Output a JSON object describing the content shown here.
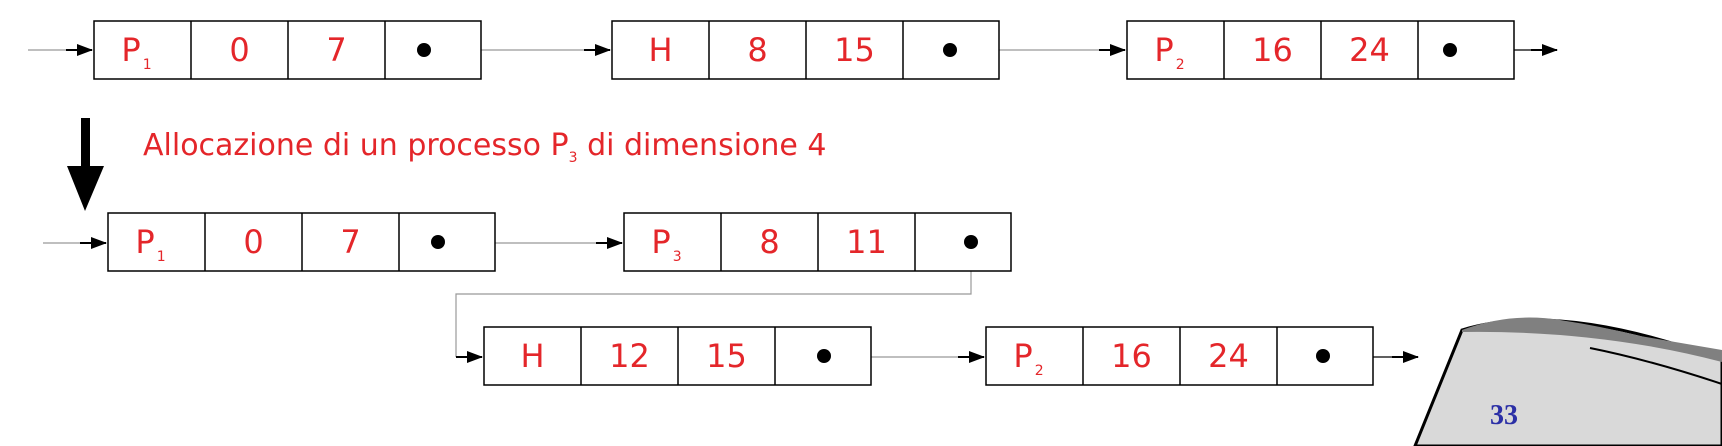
{
  "colors": {
    "text": "#e4262a",
    "line": "#000000",
    "connector": "#999999",
    "page_number": "#2b2fa6",
    "curl_fill": "#d9d9d9",
    "curl_shadow": "#808080"
  },
  "caption": {
    "prefix": "Allocazione di un processo P",
    "subscript": "3",
    "suffix": " di dimensione 4"
  },
  "lists": {
    "before": [
      {
        "label": "P",
        "sub": "1",
        "start": "0",
        "end": "7"
      },
      {
        "label": "H",
        "sub": "",
        "start": "8",
        "end": "15"
      },
      {
        "label": "P",
        "sub": "2",
        "start": "16",
        "end": "24"
      }
    ],
    "after": [
      {
        "label": "P",
        "sub": "1",
        "start": "0",
        "end": "7"
      },
      {
        "label": "P",
        "sub": "3",
        "start": "8",
        "end": "11"
      },
      {
        "label": "H",
        "sub": "",
        "start": "12",
        "end": "15"
      },
      {
        "label": "P",
        "sub": "2",
        "start": "16",
        "end": "24"
      }
    ]
  },
  "page_number": "33"
}
